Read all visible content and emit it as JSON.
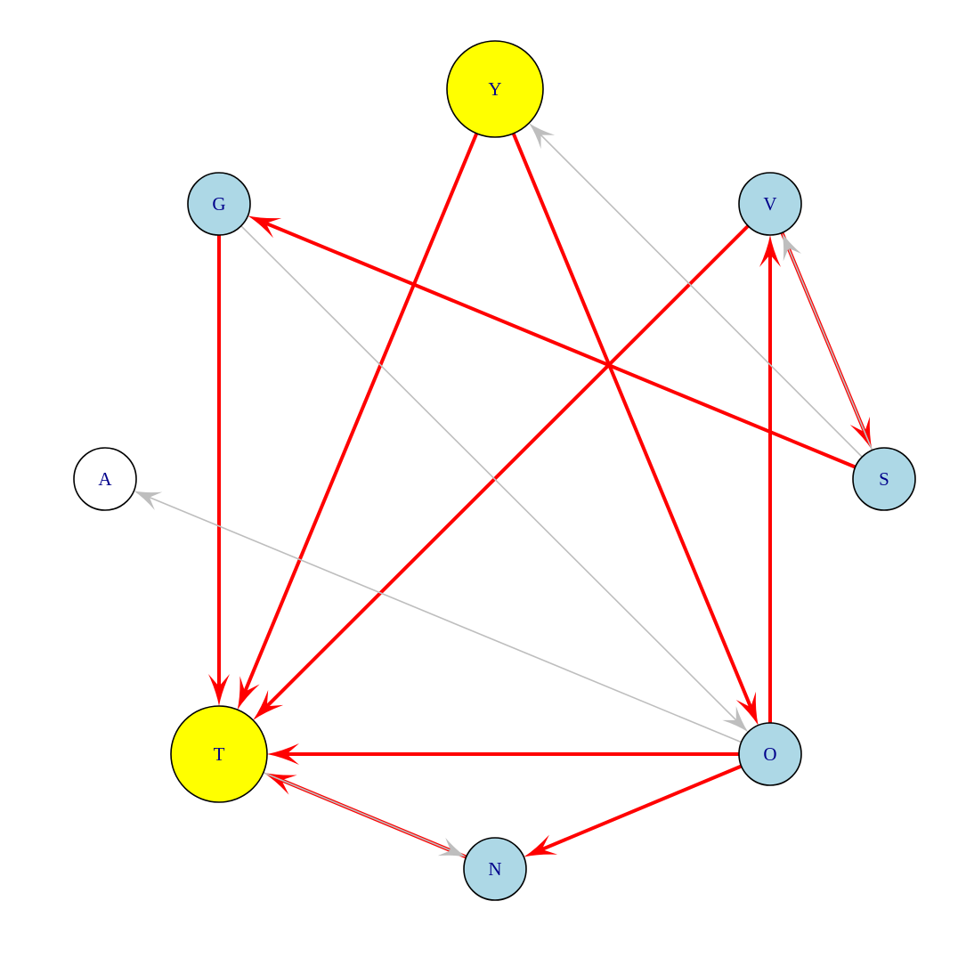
{
  "graph": {
    "colors": {
      "background": "#ffffff",
      "label": "#00008b",
      "node_stroke": "#000000",
      "highlight_edge": "#ff0000",
      "normal_edge": "#bebebe"
    },
    "nodes": [
      {
        "id": "Y",
        "label": "Y",
        "fill": "#ffff00",
        "size": "large"
      },
      {
        "id": "G",
        "label": "G",
        "fill": "#add8e6",
        "size": "small"
      },
      {
        "id": "V",
        "label": "V",
        "fill": "#add8e6",
        "size": "small"
      },
      {
        "id": "A",
        "label": "A",
        "fill": "#ffffff",
        "size": "small"
      },
      {
        "id": "S",
        "label": "S",
        "fill": "#add8e6",
        "size": "small"
      },
      {
        "id": "T",
        "label": "T",
        "fill": "#ffff00",
        "size": "large"
      },
      {
        "id": "O",
        "label": "O",
        "fill": "#add8e6",
        "size": "small"
      },
      {
        "id": "N",
        "label": "N",
        "fill": "#add8e6",
        "size": "small"
      }
    ],
    "edges": [
      {
        "from": "Y",
        "to": "T",
        "color": "red"
      },
      {
        "from": "Y",
        "to": "O",
        "color": "red"
      },
      {
        "from": "G",
        "to": "T",
        "color": "red"
      },
      {
        "from": "V",
        "to": "T",
        "color": "red"
      },
      {
        "from": "S",
        "to": "G",
        "color": "red"
      },
      {
        "from": "V",
        "to": "S",
        "color": "red"
      },
      {
        "from": "O",
        "to": "V",
        "color": "red"
      },
      {
        "from": "O",
        "to": "T",
        "color": "red"
      },
      {
        "from": "O",
        "to": "N",
        "color": "red"
      },
      {
        "from": "N",
        "to": "T",
        "color": "red"
      },
      {
        "from": "S",
        "to": "Y",
        "color": "gray"
      },
      {
        "from": "S",
        "to": "V",
        "color": "gray"
      },
      {
        "from": "G",
        "to": "O",
        "color": "gray"
      },
      {
        "from": "O",
        "to": "A",
        "color": "gray"
      },
      {
        "from": "T",
        "to": "N",
        "color": "gray"
      }
    ]
  }
}
